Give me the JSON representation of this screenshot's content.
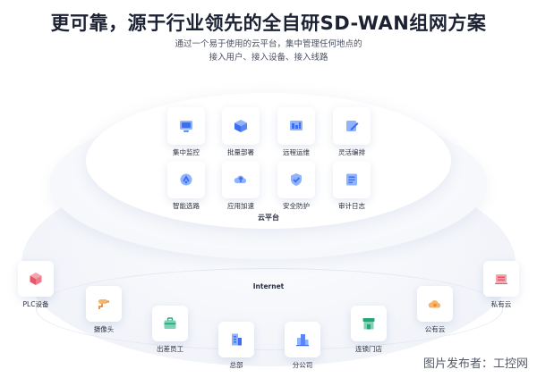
{
  "header": {
    "title": "更可靠，源于行业领先的全自研SD-WAN组网方案",
    "subtitle_line1": "通过一个易于使用的云平台，集中管理任何地点的",
    "subtitle_line2": "接入用户、接入设备、接入线路"
  },
  "cloud": {
    "label": "云平台",
    "features": [
      {
        "label": "集中监控",
        "icon": "monitor-icon"
      },
      {
        "label": "批量部署",
        "icon": "cube-icon"
      },
      {
        "label": "远程运维",
        "icon": "remote-ops-icon"
      },
      {
        "label": "灵活编排",
        "icon": "edit-icon"
      },
      {
        "label": "智能选路",
        "icon": "route-icon"
      },
      {
        "label": "应用加速",
        "icon": "cloud-accelerate-icon"
      },
      {
        "label": "安全防护",
        "icon": "shield-icon"
      },
      {
        "label": "审计日志",
        "icon": "audit-log-icon"
      }
    ]
  },
  "network": {
    "label": "Internet",
    "nodes": [
      {
        "label": "PLC设备",
        "icon": "plc-device-icon"
      },
      {
        "label": "摄像头",
        "icon": "camera-icon"
      },
      {
        "label": "出差员工",
        "icon": "briefcase-icon"
      },
      {
        "label": "总部",
        "icon": "headquarters-icon"
      },
      {
        "label": "分公司",
        "icon": "branch-office-icon"
      },
      {
        "label": "连锁门店",
        "icon": "store-icon"
      },
      {
        "label": "公有云",
        "icon": "public-cloud-icon"
      },
      {
        "label": "私有云",
        "icon": "private-cloud-icon"
      }
    ]
  },
  "watermark": "图片发布者：工控网",
  "colors": {
    "accent_blue": "#3d6ef0",
    "accent_light_blue": "#8fb3ff",
    "accent_red": "#e9566a",
    "accent_orange": "#f08a2e",
    "accent_green": "#22a67a"
  }
}
